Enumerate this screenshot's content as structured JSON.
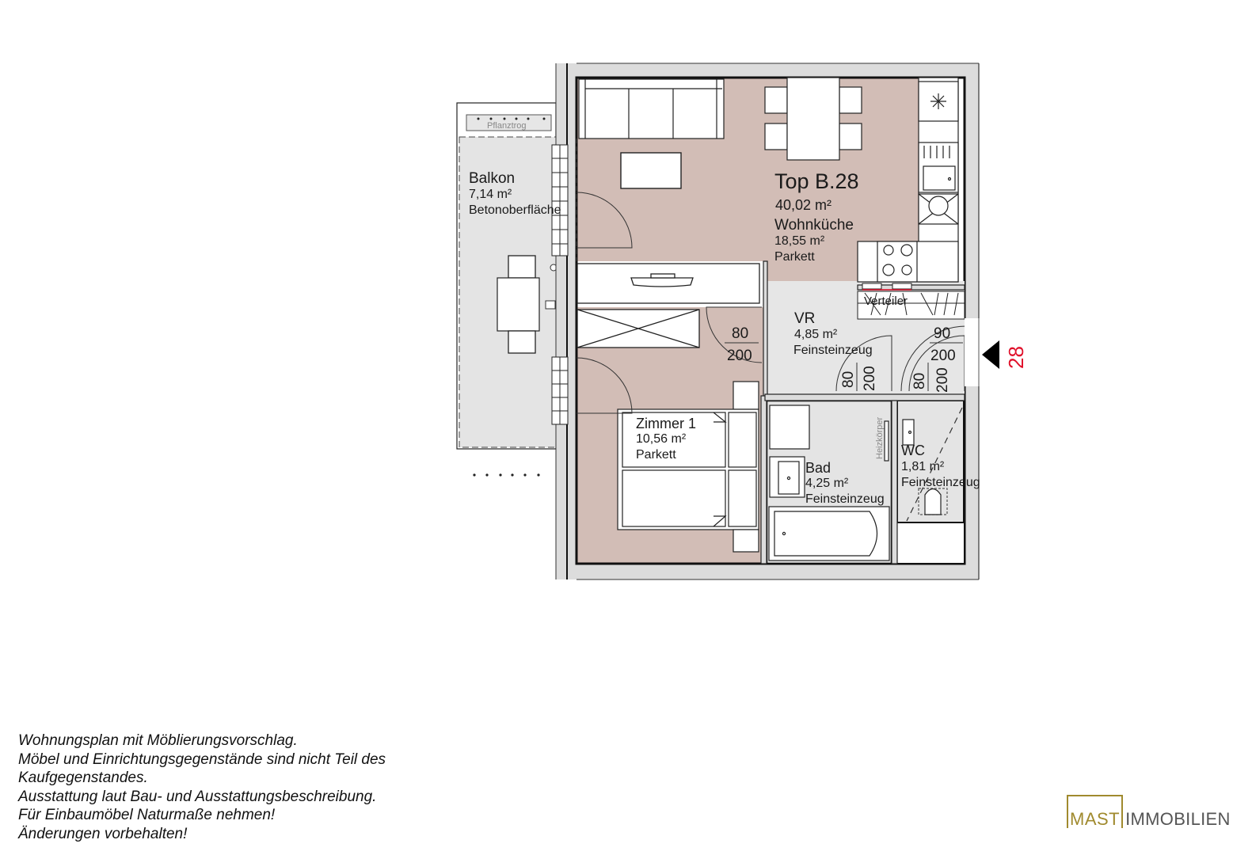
{
  "plan": {
    "unit": {
      "title": "Top B.28",
      "total_area": "40,02 m²"
    },
    "rooms": [
      {
        "id": "wohnkueche",
        "name": "Wohnküche",
        "area": "18,55 m²",
        "floor": "Parkett"
      },
      {
        "id": "zimmer1",
        "name": "Zimmer 1",
        "area": "10,56 m²",
        "floor": "Parkett"
      },
      {
        "id": "vr",
        "name": "VR",
        "area": "4,85 m²",
        "floor": "Feinsteinzeug"
      },
      {
        "id": "bad",
        "name": "Bad",
        "area": "4,25 m²",
        "floor": "Feinsteinzeug"
      },
      {
        "id": "wc",
        "name": "WC",
        "area": "1,81 m²",
        "floor": "Feinsteinzeug"
      },
      {
        "id": "balkon",
        "name": "Balkon",
        "area": "7,14 m²",
        "floor": "Betonoberfläche"
      }
    ],
    "annotations": {
      "planter": "Pflanztrog",
      "distributor": "Verteiler",
      "radiator": "Heizkörper",
      "entrance_number": "28"
    },
    "doors": [
      {
        "id": "zimmer-door",
        "width": "80",
        "height": "200"
      },
      {
        "id": "entrance-door",
        "width": "90",
        "height": "200"
      },
      {
        "id": "bad-door",
        "width": "80",
        "height": "200"
      },
      {
        "id": "wc-door",
        "width": "80",
        "height": "200"
      }
    ],
    "colors": {
      "living_floor": "#d2bdb6",
      "tile_floor": "#e6e6e6",
      "wall": "#dcdcdc",
      "entrance_label": "#e0102a"
    }
  },
  "disclaimer": {
    "lines": [
      "Wohnungsplan mit Möblierungsvorschlag.",
      "Möbel und Einrichtungsgegenstände sind nicht Teil des",
      "Kaufgegenstandes.",
      "Ausstattung laut Bau- und Ausstattungsbeschreibung.",
      "Für Einbaumöbel Naturmaße nehmen!",
      "Änderungen vorbehalten!"
    ]
  },
  "logo": {
    "part1": "MAST",
    "part2": "IMMOBILIEN"
  }
}
